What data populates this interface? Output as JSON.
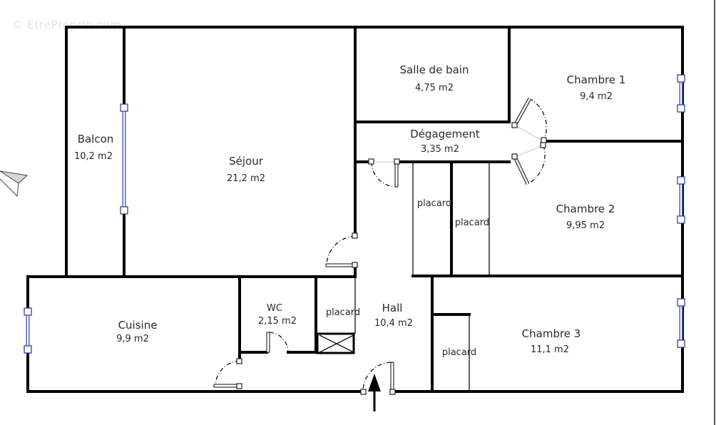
{
  "watermark": "© EtreProprio.com",
  "colors": {
    "wall": "#000000",
    "window": "#5a5fc0",
    "text": "#2a2a2a",
    "background": "#ffffff"
  },
  "rooms": [
    {
      "id": "balcon",
      "name": "Balcon",
      "area": "10,2 m2"
    },
    {
      "id": "sejour",
      "name": "Séjour",
      "area": "21,2 m2"
    },
    {
      "id": "salle-de-bain",
      "name": "Salle de bain",
      "area": "4,75 m2"
    },
    {
      "id": "chambre-1",
      "name": "Chambre 1",
      "area": "9,4 m2"
    },
    {
      "id": "degagement",
      "name": "Dégagement",
      "area": "3,35 m2"
    },
    {
      "id": "chambre-2",
      "name": "Chambre 2",
      "area": "9,95 m2"
    },
    {
      "id": "cuisine",
      "name": "Cuisine",
      "area": "9,9 m2"
    },
    {
      "id": "wc",
      "name": "WC",
      "area": "2,15 m2"
    },
    {
      "id": "hall",
      "name": "Hall",
      "area": "10,4 m2"
    },
    {
      "id": "chambre-3",
      "name": "Chambre 3",
      "area": "11,1 m2"
    }
  ],
  "closets": [
    {
      "id": "placard-hall",
      "label": "placard"
    },
    {
      "id": "placard-left",
      "label": "placard"
    },
    {
      "id": "placard-right",
      "label": "placard"
    },
    {
      "id": "placard-chambre-3",
      "label": "placard"
    }
  ],
  "compass": {
    "icon": "north-arrow-icon"
  },
  "entrance": {
    "icon": "entrance-arrow-icon"
  }
}
